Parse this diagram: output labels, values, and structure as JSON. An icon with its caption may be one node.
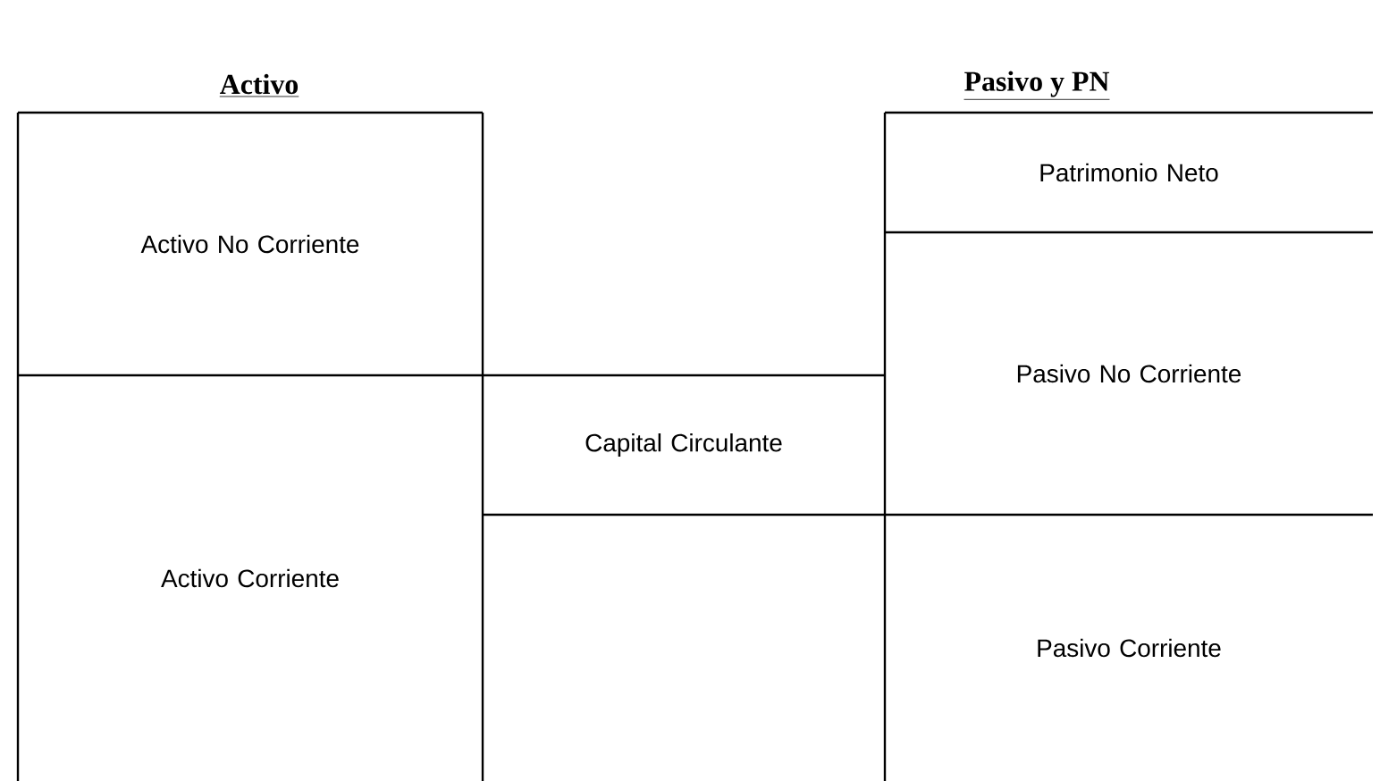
{
  "diagram": {
    "nodes": [
      {
        "text": [
          "Activo No Corriente"
        ]
      },
      {
        "text": [
          "Activo Corriente"
        ]
      },
      {
        "text": [
          "Capital Circulante"
        ]
      },
      {
        "text": [
          "Patrimonio Neto"
        ]
      },
      {
        "text": [
          "Pasivo No Corriente"
        ]
      },
      {
        "text": [
          "Pasivo Corriente"
        ]
      }
    ],
    "labels": [
      "Activo",
      "Pasivo y PN"
    ]
  }
}
